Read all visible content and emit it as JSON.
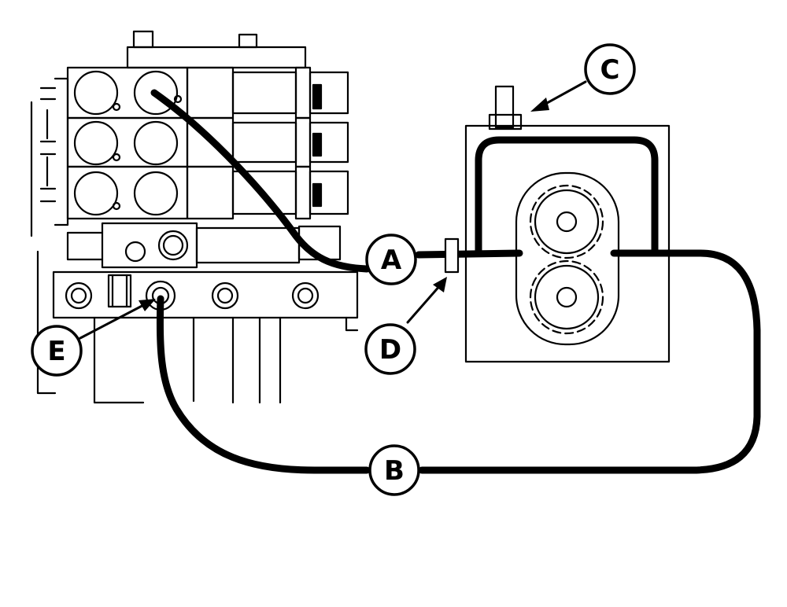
{
  "diagram": {
    "callouts": {
      "a": "A",
      "b": "B",
      "c": "C",
      "d": "D",
      "e": "E"
    },
    "colors": {
      "ink": "#000000",
      "paper": "#ffffff"
    }
  }
}
